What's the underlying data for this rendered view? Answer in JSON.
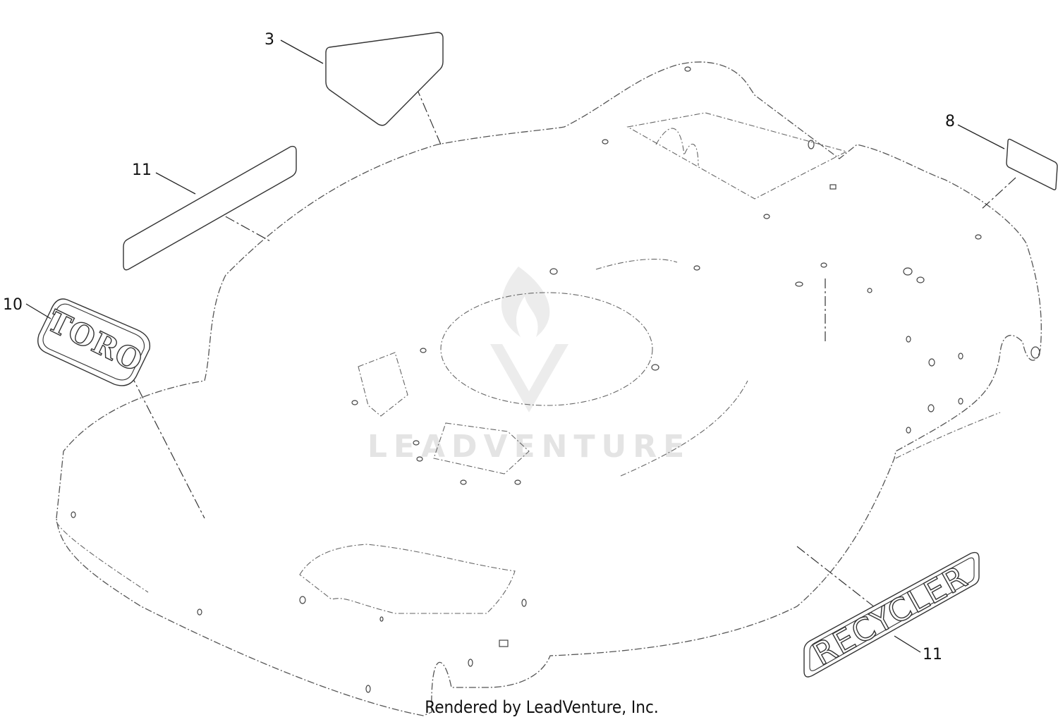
{
  "callouts": [
    {
      "id": "decal-3",
      "label": "3"
    },
    {
      "id": "decal-11-top",
      "label": "11"
    },
    {
      "id": "decal-10",
      "label": "10"
    },
    {
      "id": "decal-8",
      "label": "8"
    },
    {
      "id": "decal-11-recycler",
      "label": "11"
    }
  ],
  "logos": {
    "toro": "TORO",
    "recycler": "RECYCLER"
  },
  "watermark": "LEADVENTURE",
  "footer": "Rendered by LeadVenture, Inc."
}
